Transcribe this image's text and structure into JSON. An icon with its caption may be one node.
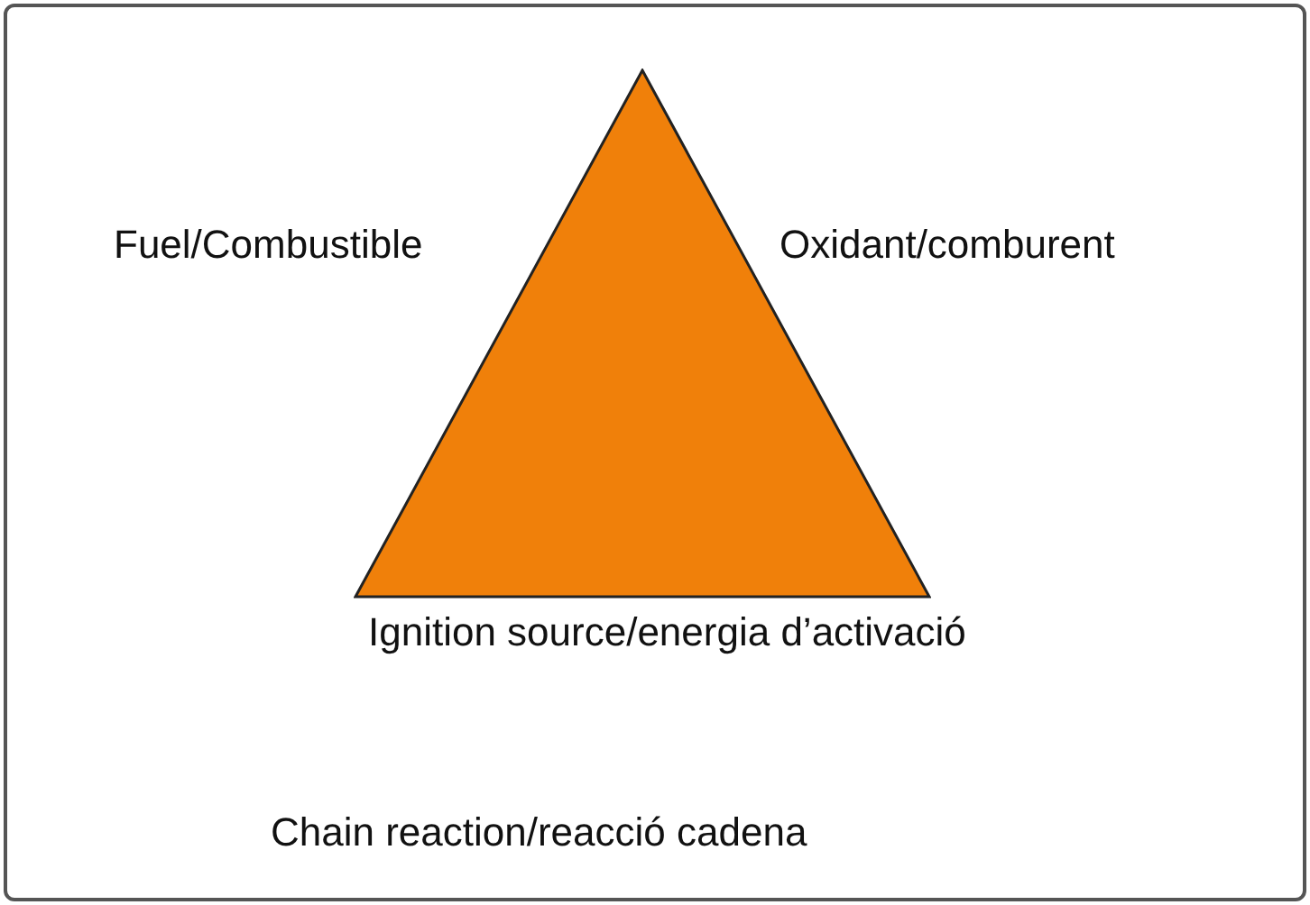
{
  "diagram": {
    "nodes": [
      {
        "text": [],
        "shape": "triangle",
        "beside": [
          "Fuel/Combustible",
          "Oxidant/comburent",
          "Ignition source/energia d’activació"
        ]
      }
    ],
    "edges": [],
    "labels": [
      "Chain reaction/reacció cadena"
    ]
  }
}
